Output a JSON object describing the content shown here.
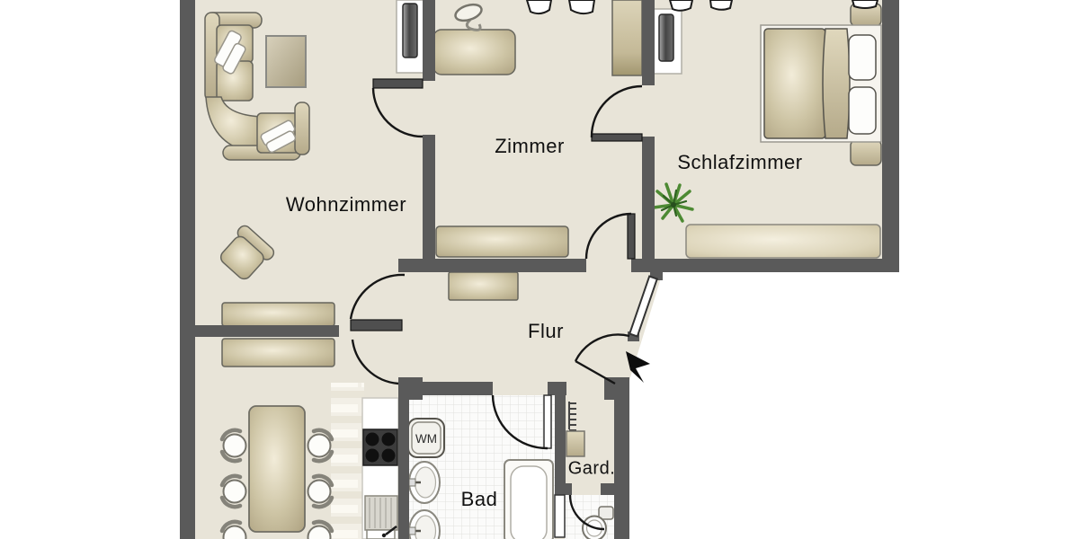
{
  "plan": {
    "type": "apartment-floor-plan",
    "background_color": "#ffffff",
    "floor_color": "#e8e4d8",
    "wall_color": "#5a5a5a",
    "furniture_color": "#cdc4a6",
    "tile_color": "#fbfbfa",
    "accent_green": "#4d8a33",
    "rooms": [
      {
        "id": "wohnzimmer",
        "label": "Wohnzimmer"
      },
      {
        "id": "zimmer",
        "label": "Zimmer"
      },
      {
        "id": "schlafzimmer",
        "label": "Schlafzimmer"
      },
      {
        "id": "flur",
        "label": "Flur"
      },
      {
        "id": "bad",
        "label": "Bad"
      },
      {
        "id": "garderobe",
        "label": "Gard."
      }
    ],
    "appliances": {
      "washing_machine_label": "WM"
    },
    "furniture": [
      "corner-sofa",
      "side-table",
      "armchair",
      "sideboards",
      "desk",
      "desk-lamp",
      "wardrobe",
      "radiators",
      "double-bed",
      "nightstands",
      "plant",
      "long-sideboard",
      "flur-sideboard",
      "dining-table",
      "six-chairs",
      "kitchen-counter",
      "stove",
      "kitchen-sink",
      "washing-machine",
      "wash-basins",
      "bathtub",
      "toilet",
      "coat-rack",
      "entrance-arrow"
    ]
  }
}
